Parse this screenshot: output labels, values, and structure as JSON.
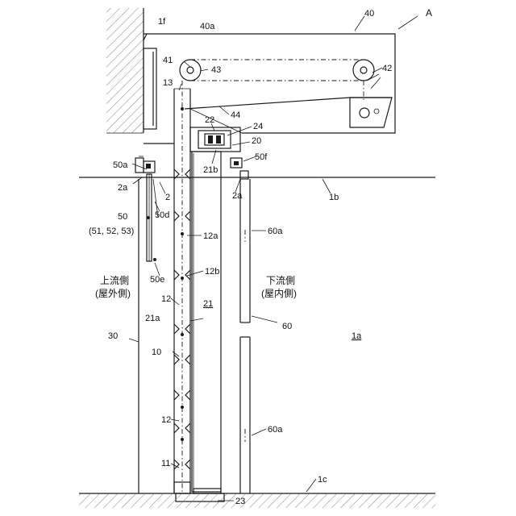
{
  "labels": {
    "A": "A",
    "n40": "40",
    "n40a": "40a",
    "n1f": "1f",
    "n41": "41",
    "n43": "43",
    "n42": "42",
    "n13": "13",
    "n44": "44",
    "n22": "22",
    "n24": "24",
    "n20": "20",
    "n21b": "21b",
    "n50f": "50f",
    "n50a": "50a",
    "n2a_left": "2a",
    "n2": "2",
    "n2a_right": "2a",
    "n1b": "1b",
    "n50d": "50d",
    "n50": "50",
    "n50_sub": "(51, 52, 53)",
    "n12a": "12a",
    "n60a_top": "60a",
    "n50e": "50e",
    "n12b": "12b",
    "upstream": "上流側",
    "upstream_sub": "(屋外側)",
    "downstream": "下流側",
    "downstream_sub": "(屋内側)",
    "n12_top": "12",
    "n21": "21",
    "n21a": "21a",
    "n60": "60",
    "n30": "30",
    "n1a": "1a",
    "n10": "10",
    "n12_bot": "12",
    "n60a_bot": "60a",
    "n11": "11",
    "n1c": "1c",
    "n23": "23"
  }
}
